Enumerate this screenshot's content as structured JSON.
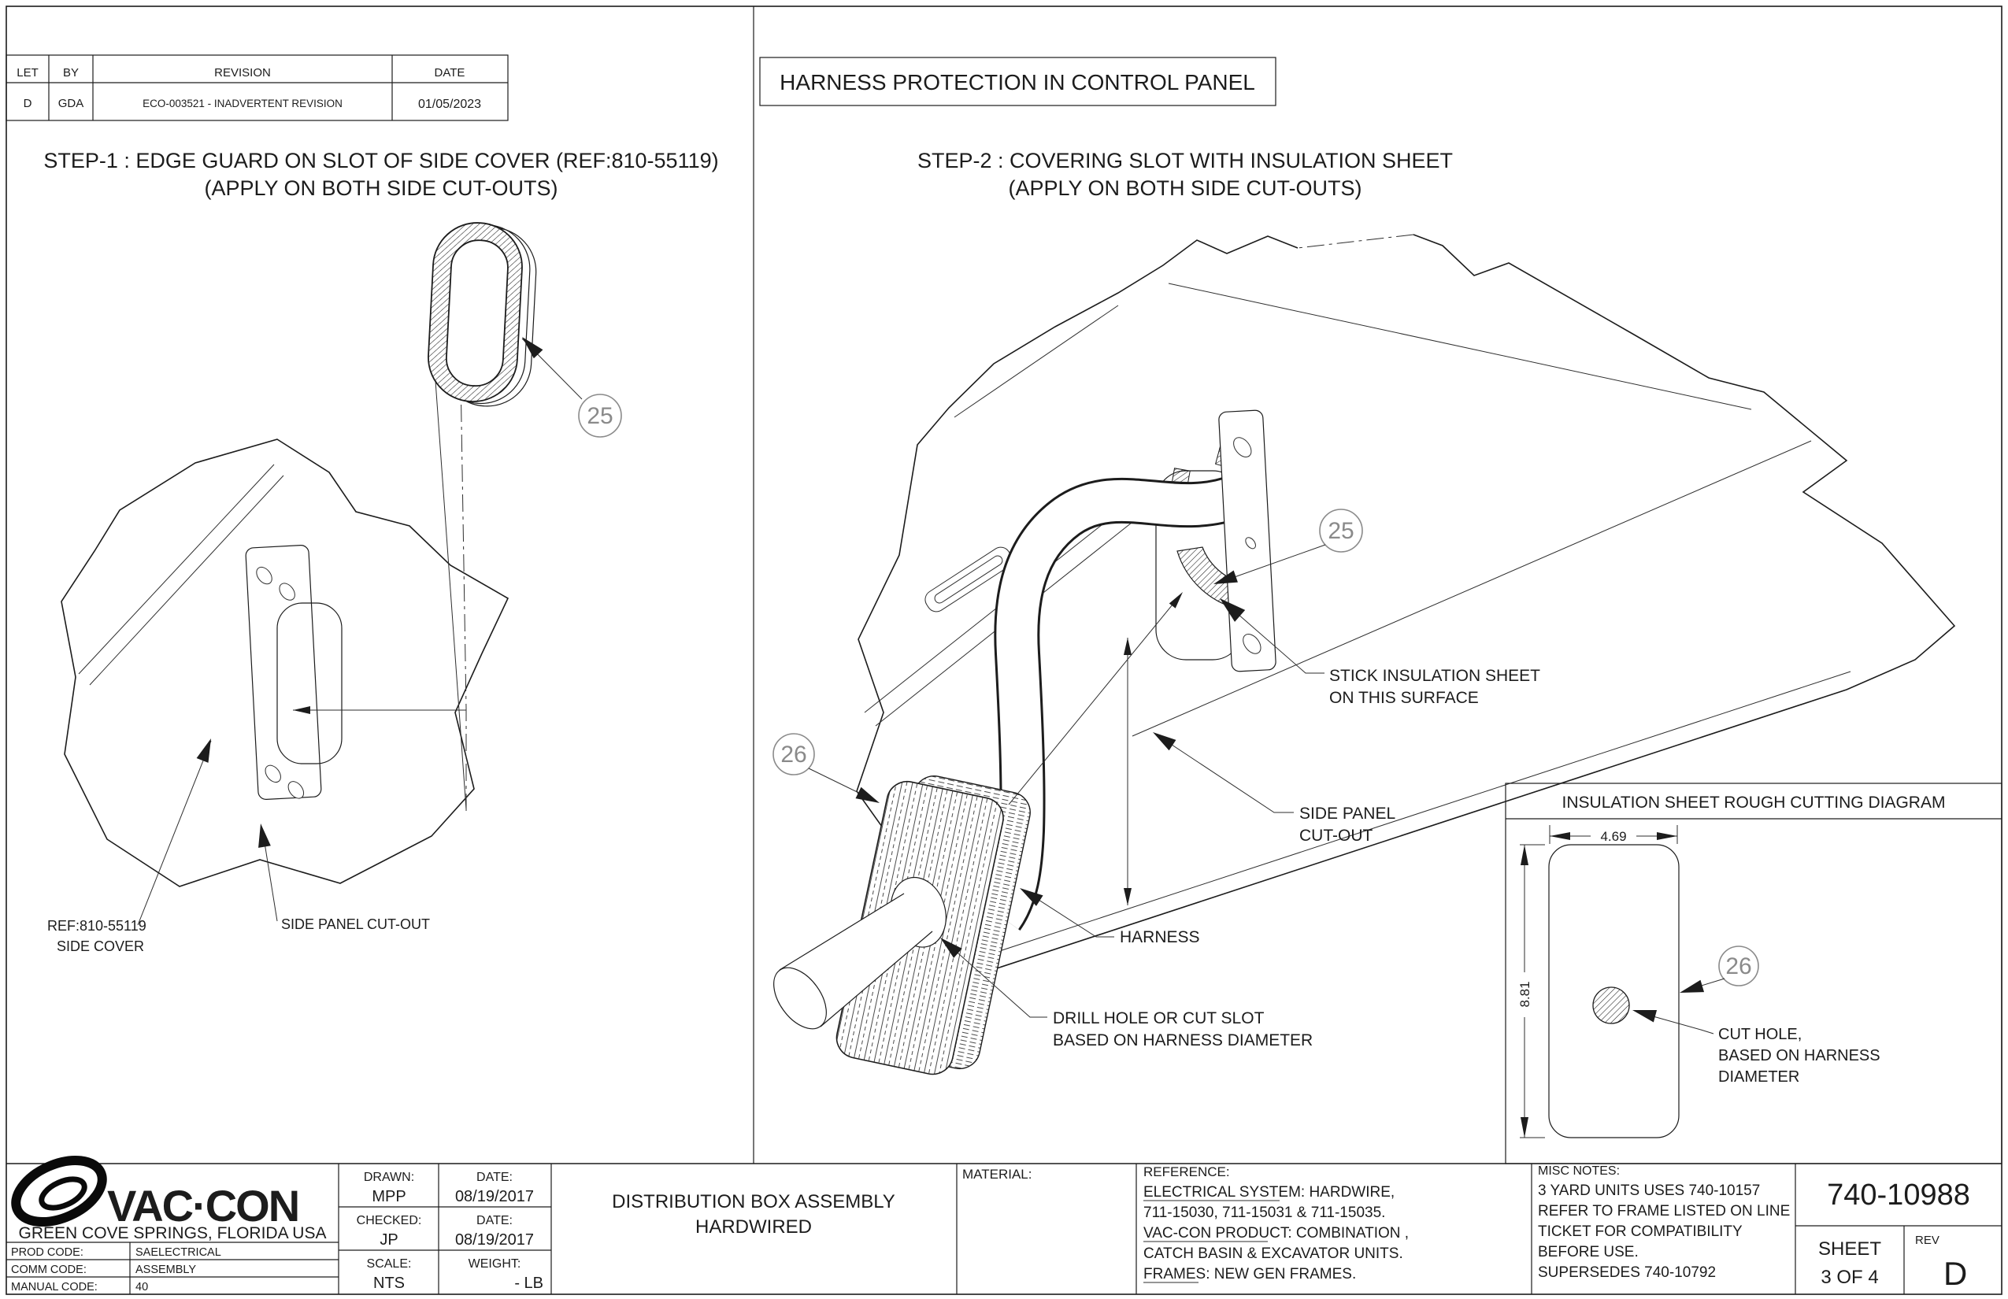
{
  "meta": {
    "background_color": "#ffffff",
    "line_color": "#1c1c1c",
    "callout_color": "#8a8a8a"
  },
  "revision_table": {
    "col_let": "LET",
    "col_by": "BY",
    "col_revision": "REVISION",
    "col_date": "DATE",
    "row_let": "D",
    "row_by": "GDA",
    "row_revision": "ECO-003521 - INADVERTENT REVISION",
    "row_date": "01/05/2023"
  },
  "banner": {
    "title": "HARNESS PROTECTION IN CONTROL PANEL"
  },
  "step1": {
    "heading_line1": "STEP-1 : EDGE GUARD ON SLOT OF SIDE COVER (REF:810-55119)",
    "heading_line2": "(APPLY ON BOTH SIDE CUT-OUTS)",
    "callout_edge_guard": "25",
    "label_ref_line1": "REF:810-55119",
    "label_ref_line2": "SIDE COVER",
    "label_cutout": "SIDE PANEL CUT-OUT"
  },
  "step2": {
    "heading_line1": "STEP-2 : COVERING SLOT WITH INSULATION SHEET",
    "heading_line2": "(APPLY ON BOTH SIDE CUT-OUTS)",
    "callout_edge_guard": "25",
    "callout_insulation_sheet": "26",
    "label_stick_line1": "STICK INSULATION SHEET",
    "label_stick_line2": "ON THIS SURFACE",
    "label_cutout_line1": "SIDE PANEL",
    "label_cutout_line2": "CUT-OUT",
    "label_harness": "HARNESS",
    "label_drill_line1": "DRILL HOLE OR CUT SLOT",
    "label_drill_line2": "BASED ON HARNESS DIAMETER"
  },
  "cutting_diagram": {
    "title": "INSULATION SHEET ROUGH CUTTING DIAGRAM",
    "dim_width": "4.69",
    "dim_height": "8.81",
    "callout": "26",
    "label_line1": "CUT HOLE,",
    "label_line2": "BASED ON HARNESS",
    "label_line3": "DIAMETER"
  },
  "title_block": {
    "logo_text": "VAC·CON",
    "logo_location": "GREEN COVE SPRINGS, FLORIDA USA",
    "prod_code_label": "PROD CODE:",
    "prod_code_value": "SAELECTRICAL",
    "comm_code_label": "COMM CODE:",
    "comm_code_value": "ASSEMBLY",
    "manual_code_label": "MANUAL CODE:",
    "manual_code_value": "40",
    "drawn_label": "DRAWN:",
    "drawn_value": "MPP",
    "drawn_date_label": "DATE:",
    "drawn_date_value": "08/19/2017",
    "checked_label": "CHECKED:",
    "checked_value": "JP",
    "checked_date_label": "DATE:",
    "checked_date_value": "08/19/2017",
    "scale_label": "SCALE:",
    "scale_value": "NTS",
    "weight_label": "WEIGHT:",
    "weight_value": "- LB",
    "drawing_title_line1": "DISTRIBUTION BOX ASSEMBLY",
    "drawing_title_line2": "HARDWIRED",
    "material_label": "MATERIAL:",
    "reference_label": "REFERENCE:",
    "ref_line1_u": "ELECTRICAL SYSTEM",
    "ref_line1_rest": ": HARDWIRE,",
    "ref_line2": "711-15030, 711-15031 & 711-15035.",
    "ref_line3_u": "VAC-CON PRODUCT",
    "ref_line3_rest": ": COMBINATION ,",
    "ref_line4": "CATCH BASIN & EXCAVATOR UNITS.",
    "ref_line5_u": "FRAMES",
    "ref_line5_rest": ": NEW GEN FRAMES.",
    "misc_label": "MISC NOTES:",
    "misc_line1": "3 YARD UNITS USES 740-10157",
    "misc_line2": "REFER TO FRAME LISTED ON LINE",
    "misc_line3": "TICKET FOR COMPATIBILITY",
    "misc_line4": "BEFORE USE.",
    "misc_line5": "SUPERSEDES 740-10792",
    "drawing_number": "740-10988",
    "sheet_label": "SHEET",
    "sheet_value": "3 OF 4",
    "rev_label": "REV",
    "rev_value": "D"
  }
}
